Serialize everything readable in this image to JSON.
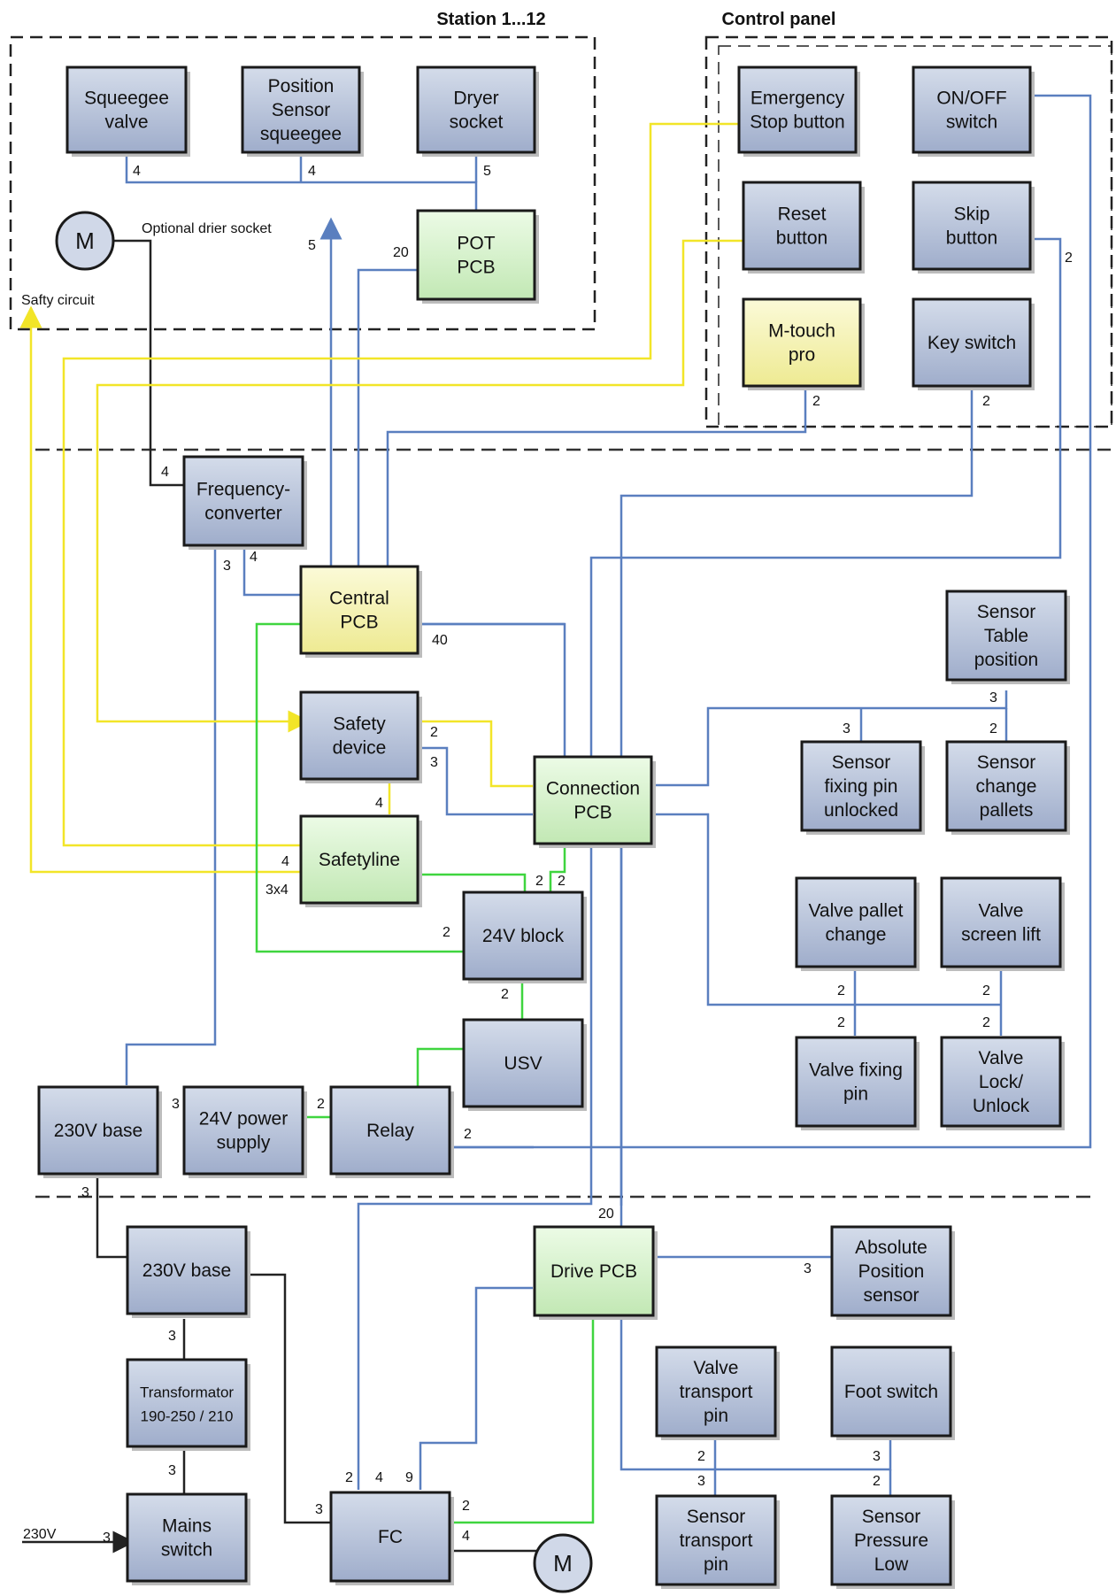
{
  "colors": {
    "blue_box": "#b8c4dc",
    "green_box": "#d9f2d0",
    "yellow_box": "#f7f5b5",
    "blue_wire": "#5a7fbf",
    "yellow_wire": "#f2e528",
    "green_wire": "#3fd53f",
    "black_wire": "#222222"
  },
  "regions": {
    "station": "Station 1...12",
    "control_panel": "Control panel"
  },
  "boxes": {
    "squeegee_valve": [
      "Squeegee",
      "valve"
    ],
    "position_sensor": [
      "Position",
      "Sensor",
      "squeegee"
    ],
    "dryer_socket": [
      "Dryer",
      "socket"
    ],
    "pot_pcb": [
      "POT",
      "PCB"
    ],
    "emergency_stop": [
      "Emergency",
      "Stop button"
    ],
    "onoff_switch": [
      "ON/OFF",
      "switch"
    ],
    "reset_button": [
      "Reset",
      "button"
    ],
    "skip_button": [
      "Skip",
      "button"
    ],
    "mtouch": [
      "M-touch",
      "pro"
    ],
    "key_switch": [
      "Key switch"
    ],
    "frequency_converter": [
      "Frequency-",
      "converter"
    ],
    "central_pcb": [
      "Central",
      "PCB"
    ],
    "safety_device": [
      "Safety",
      "device"
    ],
    "safetyline": [
      "Safetyline"
    ],
    "connection_pcb": [
      "Connection",
      "PCB"
    ],
    "block24": [
      "24V block"
    ],
    "usv": [
      "USV"
    ],
    "sensor_table": [
      "Sensor",
      "Table",
      "position"
    ],
    "sensor_fixing_pin": [
      "Sensor",
      "fixing pin",
      "unlocked"
    ],
    "sensor_change_pallets": [
      "Sensor",
      "change",
      "pallets"
    ],
    "valve_pallet_change": [
      "Valve pallet",
      "change"
    ],
    "valve_screen_lift": [
      "Valve",
      "screen lift"
    ],
    "valve_fixing_pin": [
      "Valve fixing",
      "pin"
    ],
    "valve_lock": [
      "Valve",
      "Lock/",
      "Unlock"
    ],
    "base230_top": [
      "230V base"
    ],
    "power24": [
      "24V power",
      "supply"
    ],
    "relay": [
      "Relay"
    ],
    "base230_bottom": [
      "230V base"
    ],
    "drive_pcb": [
      "Drive PCB"
    ],
    "abs_position": [
      "Absolute",
      "Position",
      "sensor"
    ],
    "transformator": [
      "Transformator",
      "190-250 / 210"
    ],
    "mains_switch": [
      "Mains",
      "switch"
    ],
    "fc": [
      "FC"
    ],
    "valve_transport": [
      "Valve",
      "transport",
      "pin"
    ],
    "foot_switch": [
      "Foot switch"
    ],
    "sensor_transport": [
      "Sensor",
      "transport",
      "pin"
    ],
    "sensor_pressure": [
      "Sensor",
      "Pressure",
      "Low"
    ]
  },
  "motors": {
    "station_motor": "M",
    "fc_motor": "M"
  },
  "labels": {
    "optional_drier": "Optional drier socket",
    "safty_circuit": "Safty circuit",
    "input_230v": "230V",
    "n4a": "4",
    "n4b": "4",
    "n5a": "5",
    "n5b": "5",
    "n20a": "20",
    "n2_mtouch": "2",
    "n2_key": "2",
    "n2_skip": "2",
    "n4_fc": "4",
    "n3_fc": "3",
    "n4_fc2": "4",
    "n40": "40",
    "n2_sd": "2",
    "n3_sd": "3",
    "n4_sd": "4",
    "n4_sl": "4",
    "n3x4": "3x4",
    "n2_cp1": "2",
    "n2_cp2": "2",
    "n2_24b": "2",
    "n2_usv": "2",
    "n3_st": "3",
    "n3_sf": "3",
    "n2_sc": "2",
    "n2_vpc": "2",
    "n2_vsl": "2",
    "n2_vfp": "2",
    "n2_vlu": "2",
    "n3_b1": "3",
    "n2_relay": "2",
    "n2_relay2": "2",
    "n3_b2": "3",
    "n20b": "20",
    "n3_abs": "3",
    "n3_tr1": "3",
    "n3_tr2": "3",
    "n3_mains": "3",
    "n3_fcin": "3",
    "n2_fca": "2",
    "n4_fca": "4",
    "n9_fca": "9",
    "n2_fcb": "2",
    "n4_fcb": "4",
    "n2_vt": "2",
    "n3_vt": "3",
    "n3_fs": "3",
    "n2_fs": "2"
  }
}
